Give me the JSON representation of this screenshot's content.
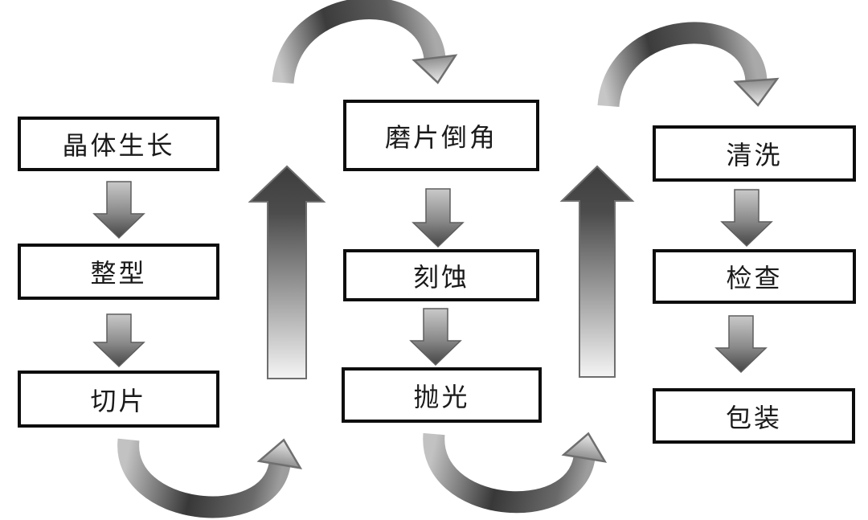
{
  "diagram": {
    "type": "flowchart",
    "language": "zh-CN",
    "columns": [
      {
        "name": "column-1",
        "steps": [
          {
            "label": "晶体生长"
          },
          {
            "label": "整型"
          },
          {
            "label": "切片"
          }
        ]
      },
      {
        "name": "column-2",
        "steps": [
          {
            "label": "磨片倒角"
          },
          {
            "label": "刻蚀"
          },
          {
            "label": "抛光"
          }
        ]
      },
      {
        "name": "column-3",
        "steps": [
          {
            "label": "清洗"
          },
          {
            "label": "检查"
          },
          {
            "label": "包装"
          }
        ]
      }
    ],
    "flow_sequence": [
      "晶体生长",
      "整型",
      "切片",
      "磨片倒角",
      "刻蚀",
      "抛光",
      "清洗",
      "检查",
      "包装"
    ],
    "connectors": {
      "down_arrows_within_columns": 6,
      "large_up_arrows_between_columns": 2,
      "top_curved_arrows": 2,
      "bottom_curved_arrows": 2
    },
    "colors": {
      "background": "#ffffff",
      "box_border": "#0d0d0d",
      "text": "#1a1a1a",
      "arrow_dark": "#3e3e3e",
      "arrow_light": "#efefef",
      "arrow_outline": "#6e6e6e"
    }
  }
}
